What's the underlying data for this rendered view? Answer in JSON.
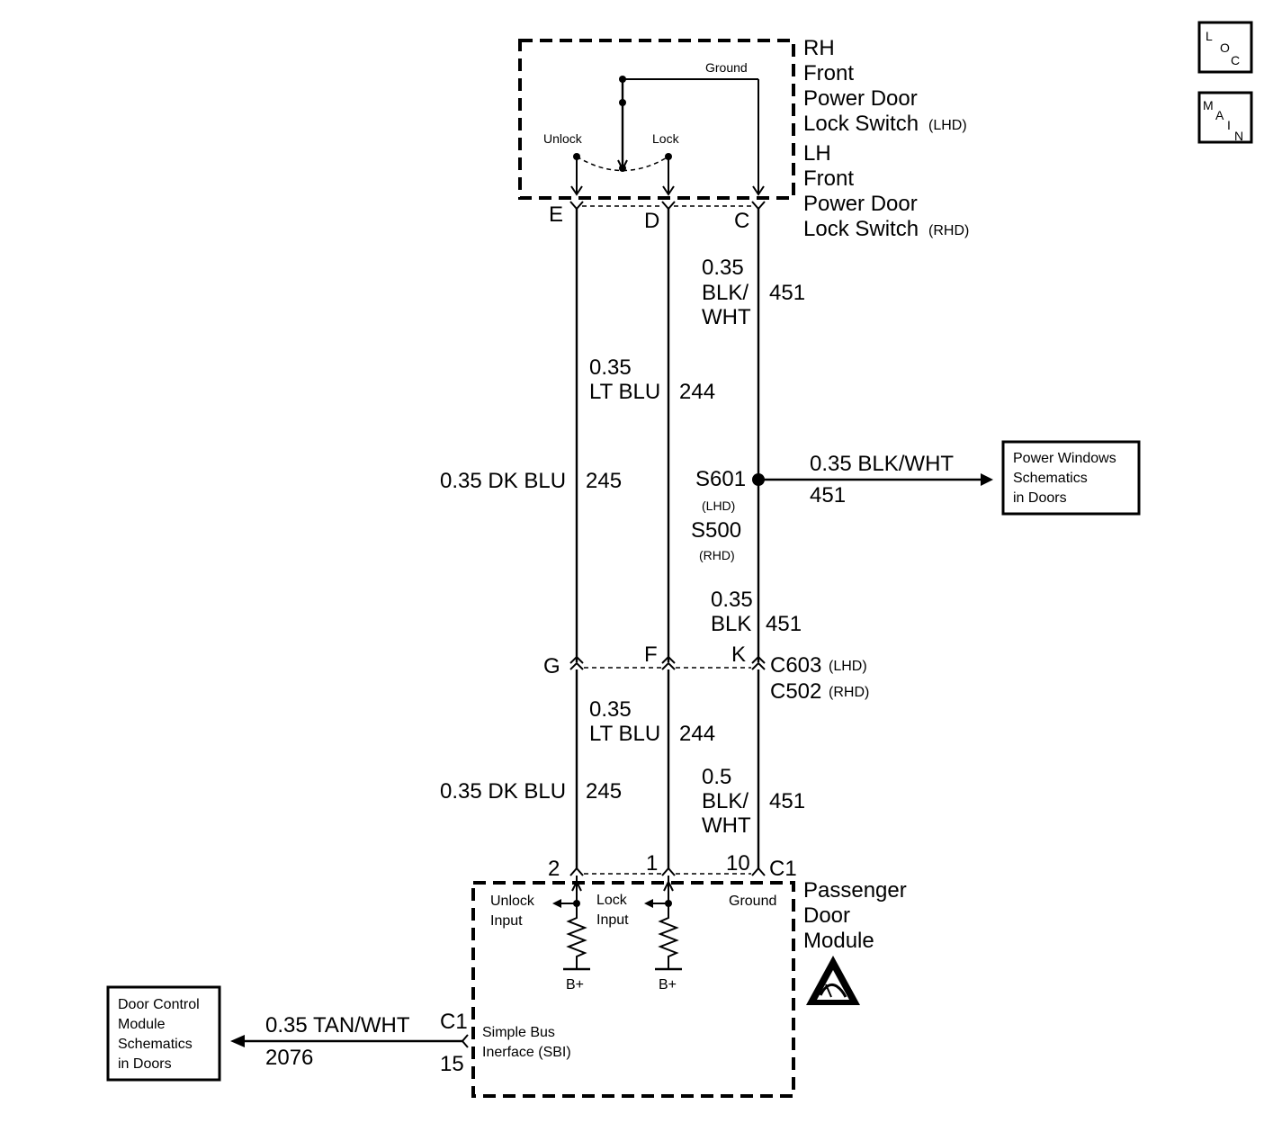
{
  "nav": {
    "loc": [
      "L",
      "O",
      "C"
    ],
    "main": [
      "M",
      "A",
      "I",
      "N"
    ]
  },
  "switch": {
    "title": [
      "RH",
      "Front",
      "Power Door",
      "Lock Switch",
      "LH",
      "Front",
      "Power Door",
      "Lock Switch"
    ],
    "lhd": "(LHD)",
    "rhd": "(RHD)",
    "ground": "Ground",
    "unlock": "Unlock",
    "lock": "Lock",
    "pins": [
      "E",
      "D",
      "C"
    ]
  },
  "wires": {
    "c_upper": {
      "gauge": "0.35",
      "color": [
        "BLK/",
        "WHT"
      ],
      "circuit": "451"
    },
    "d_upper": {
      "gauge": "0.35",
      "color": "LT BLU",
      "circuit": "244"
    },
    "e_upper": {
      "label": "0.35 DK BLU",
      "circuit": "245"
    },
    "c_mid": {
      "gauge": "0.35",
      "color": "BLK",
      "circuit": "451"
    },
    "d_lower": {
      "gauge": "0.35",
      "color": "LT BLU",
      "circuit": "244"
    },
    "e_lower": {
      "label": "0.35 DK BLU",
      "circuit": "245"
    },
    "c_lower": {
      "gauge": "0.5",
      "color": [
        "BLK/",
        "WHT"
      ],
      "circuit": "451"
    },
    "branch": {
      "label": "0.35 BLK/WHT",
      "circuit": "451"
    },
    "sbi": {
      "label": "0.35 TAN/WHT",
      "circuit": "2076"
    }
  },
  "splice": {
    "s601": "S601",
    "s601_note": "(LHD)",
    "s500": "S500",
    "s500_note": "(RHD)"
  },
  "connector_mid": {
    "pins": [
      "G",
      "F",
      "K"
    ],
    "c603": "C603",
    "c603_note": "(LHD)",
    "c502": "C502",
    "c502_note": "(RHD)"
  },
  "module": {
    "pins": [
      "2",
      "1",
      "10"
    ],
    "connector": "C1",
    "title": [
      "Passenger",
      "Door",
      "Module"
    ],
    "unlock_input": [
      "Unlock",
      "Input"
    ],
    "lock_input": [
      "Lock",
      "Input"
    ],
    "ground": "Ground",
    "bplus": "B+",
    "sbi": [
      "Simple Bus",
      "Inerface (SBI)"
    ],
    "sbi_connector": "C1",
    "sbi_pin": "15"
  },
  "refs": {
    "power_windows": [
      "Power Windows",
      "Schematics",
      "in Doors"
    ],
    "door_control": [
      "Door Control",
      "Module",
      "Schematics",
      "in Doors"
    ]
  }
}
